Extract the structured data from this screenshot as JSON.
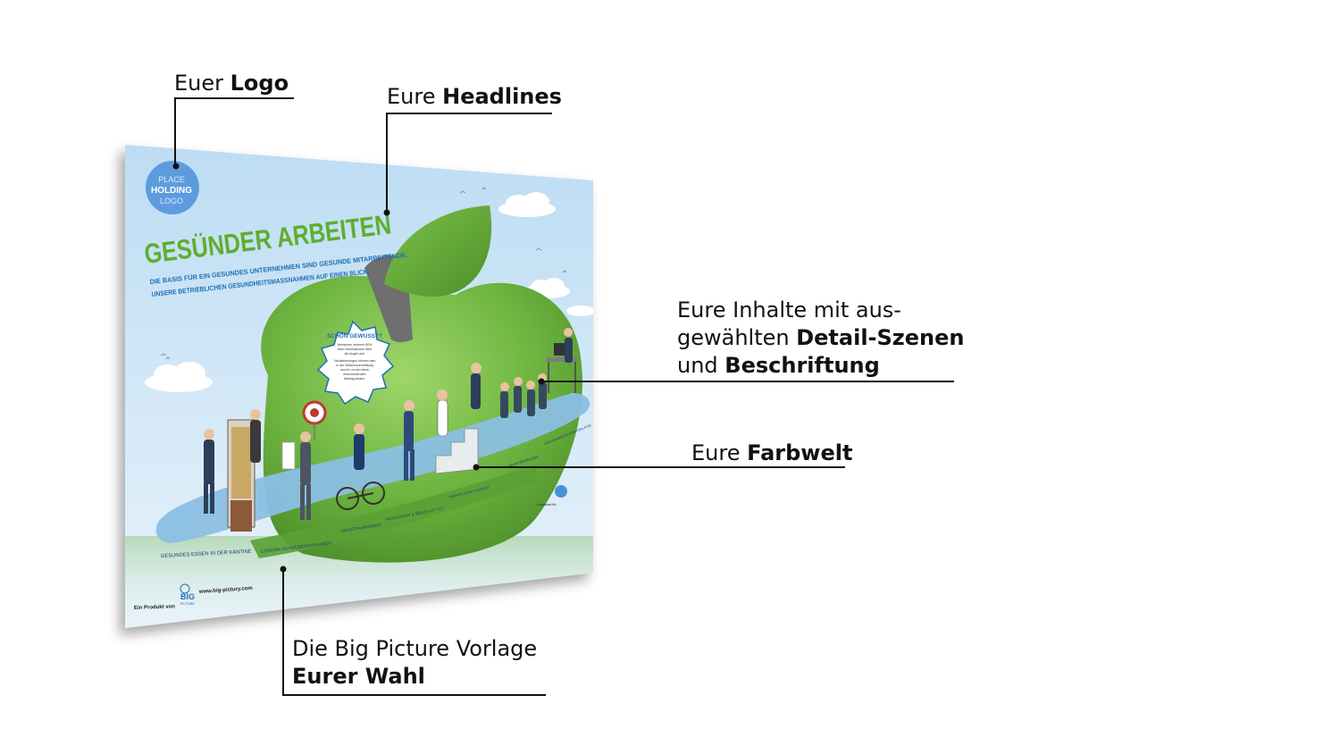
{
  "callouts": {
    "logo": {
      "prefix": "Euer ",
      "bold": "Logo"
    },
    "headlines": {
      "prefix": "Eure ",
      "bold": "Headlines"
    },
    "inhalte": {
      "line1": "Eure Inhalte mit aus-",
      "line2_prefix": "gewählten ",
      "line2_bold": "Detail-Szenen",
      "line3_prefix": "und ",
      "line3_bold": "Beschriftung"
    },
    "farbwelt": {
      "prefix": "Eure ",
      "bold": "Farbwelt"
    },
    "vorlage": {
      "line1": "Die Big Picture Vorlage",
      "line2_bold": "Eurer Wahl"
    }
  },
  "poster": {
    "logo_badge": {
      "line1": "PLACE",
      "line2": "HOLDING",
      "line3": "LOGO"
    },
    "title": "GESÜNDER ARBEITEN",
    "subtitle_line1": "DIE BASIS FÜR EIN GESUNDES UNTERNEHMEN SIND GESUNDE MITARBEITENDE.",
    "subtitle_line2": "UNSERE BETRIEBLICHEN GESUNDHEITSMASSNAHMEN AUF EINEN BLICK.",
    "info_badge": {
      "title": "SCHON GEWUSST?",
      "line1": "Menschen nehmen 80%",
      "line2": "ihrer Informationen über",
      "line3": "die Augen auf.",
      "line4": "Visualisierungen können also",
      "line5": "in der Wissensvermittlung",
      "line6": "und im Lernen einen",
      "line7": "entscheidenden",
      "line8": "Beitrag leisten."
    },
    "path_labels": {
      "kantine": "GESUNDES ESSEN IN DER KANTINE",
      "corona": "CORONA-SCHUTZMASSNAHMEN",
      "fahrrad": "DIENSTFAHRRÄDER",
      "tut": "WAS KÖRPER & SEELE GUT TUT",
      "treppe": "TREPPE STATT AUFZUG",
      "bewegung": "MEHR BEWEGUNG",
      "ergonomie": "ERGONOMISCHE ARBEITSPLÄTZE"
    },
    "footer": {
      "produkt": "Ein Produkt von",
      "brand_big": "BIG",
      "brand_picture": "PICTURE",
      "url": "www.big-pictury.com",
      "lizenz": "Lizenziert für"
    }
  },
  "colors": {
    "sky": "#c8e1f2",
    "apple": "#6cb33f",
    "apple_dark": "#4e8f2a",
    "path": "#8bbfe3",
    "headline_green": "#5fae2f",
    "subtitle_blue": "#1f6fb5",
    "badge_blue": "#4a90d9"
  }
}
